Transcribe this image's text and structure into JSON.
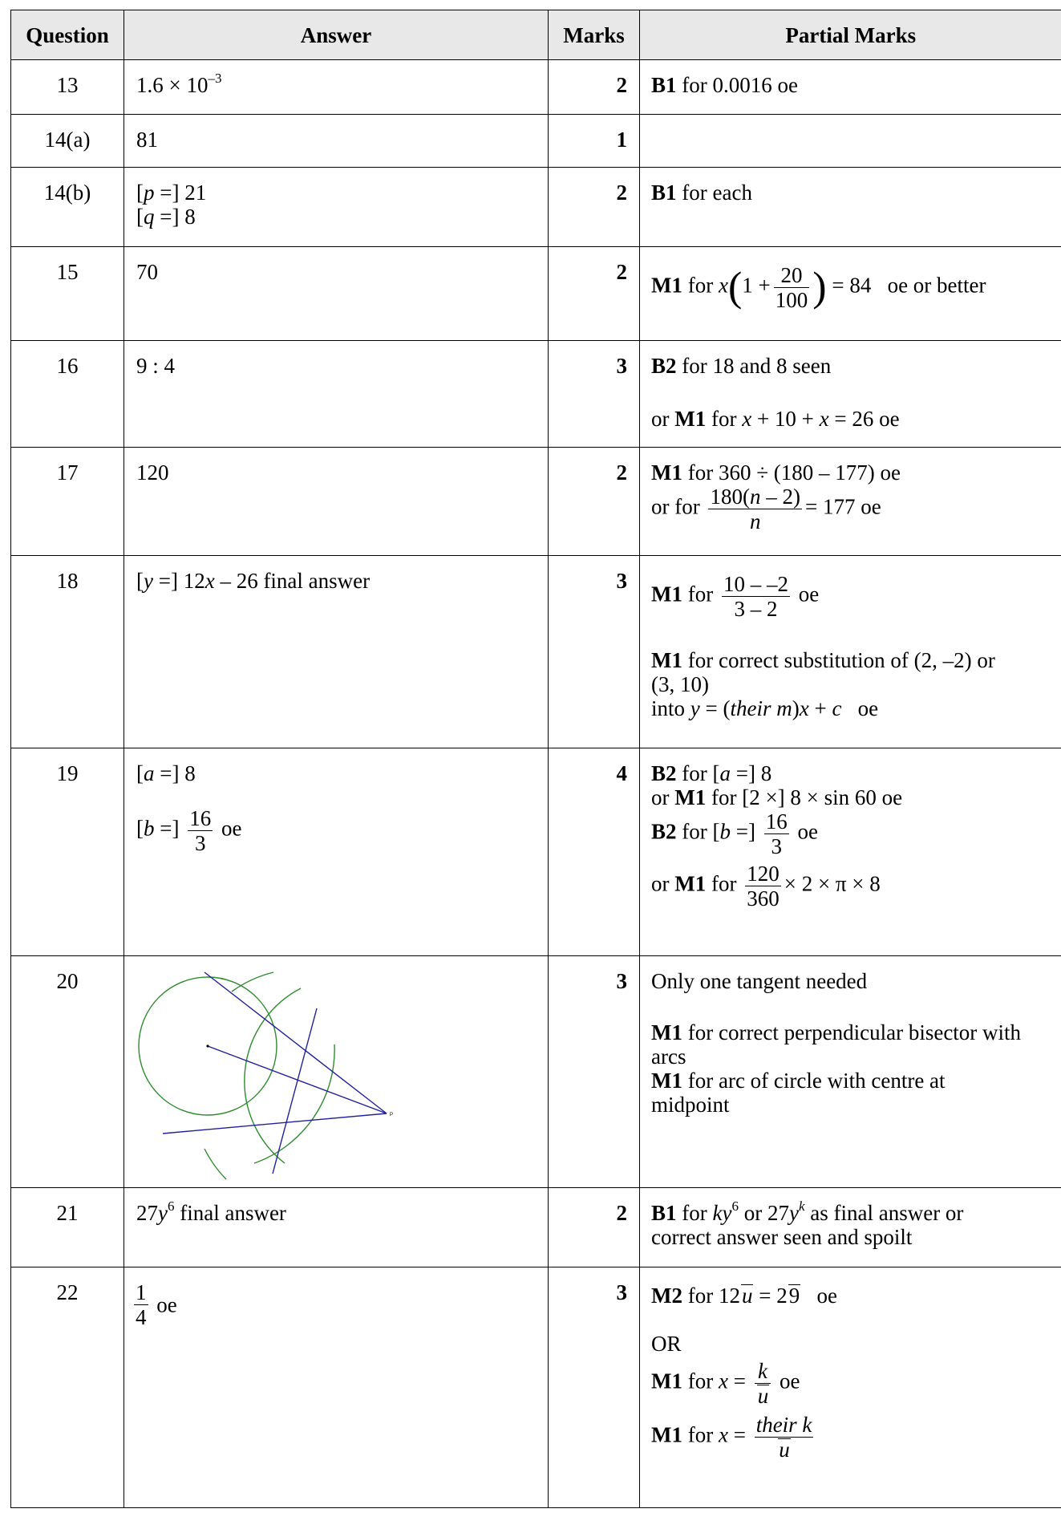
{
  "headers": {
    "question": "Question",
    "answer": "Answer",
    "marks": "Marks",
    "partial": "Partial Marks"
  },
  "rows": [
    {
      "q": "13",
      "answer": {
        "mantissa": "1.6 ×",
        "base": "10",
        "exp": "–3"
      },
      "marks": "2",
      "partial": {
        "b": "B1",
        "t": "for 0.0016   oe"
      }
    },
    {
      "q": "14(a)",
      "answer": "81",
      "marks": "1"
    },
    {
      "q": "14(b)",
      "answer": {
        "l1v": "p",
        "l1n": "21",
        "l2v": "q",
        "l2n": "8"
      },
      "marks": "2",
      "partial": {
        "b": "B1",
        "t": "for each"
      }
    },
    {
      "q": "15",
      "answer": "70",
      "marks": "2",
      "partial": {
        "b": "M1",
        "for": "for",
        "x": "x",
        "one": "1 +",
        "num": "20",
        "den": "100",
        "eq": "= 84",
        "oe": "oe or better"
      }
    },
    {
      "q": "16",
      "answer": "9 : 4",
      "marks": "3",
      "partial": {
        "b1": "B2",
        "t1": "for 18 and 8 seen",
        "pre2": "or",
        "b2": "M1",
        "t2a": "for",
        "x": "x",
        "t2b": "+ 10 +",
        "t2c": "= 26   oe"
      }
    },
    {
      "q": "17",
      "answer": "120",
      "marks": "2",
      "partial": {
        "b": "M1",
        "t1": "for 360 ÷ (180 – 177)   oe",
        "pre2": "or for",
        "num": "180(",
        "n": "n",
        "num2": "– 2)",
        "eq": "= 177   oe"
      }
    },
    {
      "q": "18",
      "answer": {
        "pre": "[",
        "y": "y",
        "mid": "=] 12",
        "x": "x",
        "post": "– 26 final answer"
      },
      "marks": "3",
      "partial": {
        "b1": "M1",
        "for1": "for",
        "num": "10 – –2",
        "den": "3 – 2",
        "oe1": "oe",
        "b2": "M1",
        "t2": "for correct substitution of (2, –2) or",
        "t3": "(3, 10)",
        "t4a": "into",
        "y": "y",
        "t4b": "= (",
        "their": "their m",
        "t4c": ")",
        "x": "x",
        "t4d": "+",
        "c": "c",
        "t4e": "oe"
      }
    },
    {
      "q": "19",
      "answer": {
        "a_pre": "[",
        "a": "a",
        "a_post": "=] 8",
        "b_pre": "[",
        "b": "b",
        "b_post": "=]",
        "num": "16",
        "den": "3",
        "oe": "oe"
      },
      "marks": "4",
      "partial": {
        "b1": "B2",
        "t1a": "for [",
        "a": "a",
        "t1b": "=] 8",
        "pre2": "or",
        "b2": "M1",
        "t2": "for [2 ×] 8 × sin 60   oe",
        "b3": "B2",
        "t3a": "for [",
        "bv": "b",
        "t3b": "=]",
        "num3": "16",
        "den3": "3",
        "oe3": "oe",
        "pre4": "or",
        "b4": "M1",
        "t4": "for",
        "num4": "120",
        "den4": "360",
        "t4b": "× 2 × π × 8"
      }
    },
    {
      "q": "20",
      "diagram_label": "P",
      "marks": "3",
      "partial": {
        "t1": "Only one tangent needed",
        "b2": "M1",
        "t2": "for correct perpendicular bisector with",
        "t2b": "arcs",
        "b3": "M1",
        "t3": "for arc of circle with centre at",
        "t3b": "midpoint"
      }
    },
    {
      "q": "21",
      "answer": {
        "n": "27",
        "y": "y",
        "exp": "6",
        "post": "final answer"
      },
      "marks": "2",
      "partial": {
        "b": "B1",
        "t1": "for",
        "k": "k",
        "y": "y",
        "e6": "6",
        "or": "or 27",
        "y2": "y",
        "ek": "k",
        "t1b": "as final answer or",
        "t2": "correct answer seen and spoilt"
      }
    },
    {
      "q": "22",
      "answer": {
        "num": "1",
        "den": "4",
        "oe": "oe"
      },
      "marks": "3",
      "partial": {
        "b1": "M2",
        "t1": "for 12",
        "u1": "u",
        "t1b": "= 2",
        "n9": "9",
        "oe1": "oe",
        "or": "OR",
        "b2": "M1",
        "t2": "for",
        "x2": "x",
        "eq2": "=",
        "k2": "k",
        "u2": "u",
        "oe2": "oe",
        "b3": "M1",
        "t3": "for",
        "x3": "x",
        "eq3": "=",
        "k3": "their k",
        "u3": "u"
      }
    }
  ]
}
